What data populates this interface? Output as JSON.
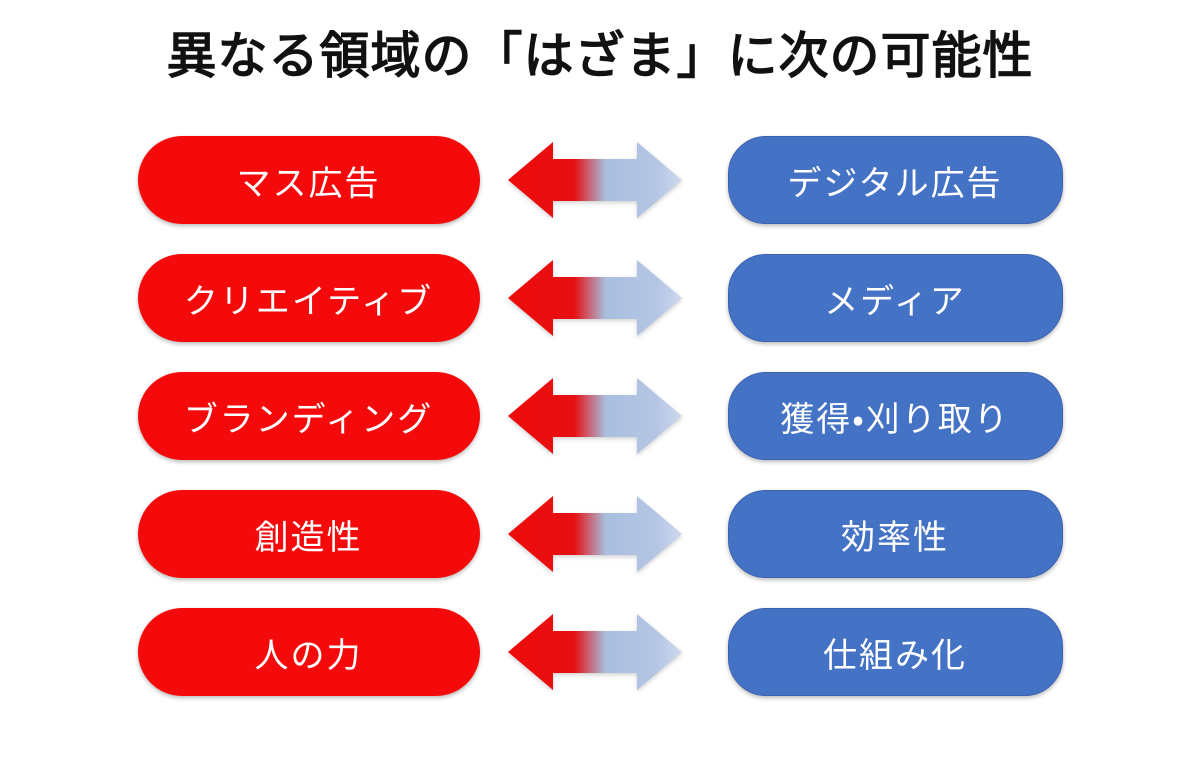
{
  "title": "異なる領域の「はざま」に次の可能性",
  "colors": {
    "left_pill": "#f40a0a",
    "right_pill": "#4472c4",
    "arrow_red": "#ee0c0c",
    "arrow_blue": "#a9bede",
    "arrow_blue_tip": "#cdd9ee",
    "pill_text": "#ffffff",
    "title_text": "#111111",
    "background": "#ffffff"
  },
  "arrow": {
    "icon": "bidirectional-arrow-icon",
    "style": "red-to-blue gradient, double headed"
  },
  "rows": [
    {
      "left": "マス広告",
      "right": "デジタル広告"
    },
    {
      "left": "クリエイティブ",
      "right": "メディア"
    },
    {
      "left": "ブランディング",
      "right": "獲得・刈り取り"
    },
    {
      "left": "創造性",
      "right": "効率性"
    },
    {
      "left": "人の力",
      "right": "仕組み化"
    }
  ]
}
